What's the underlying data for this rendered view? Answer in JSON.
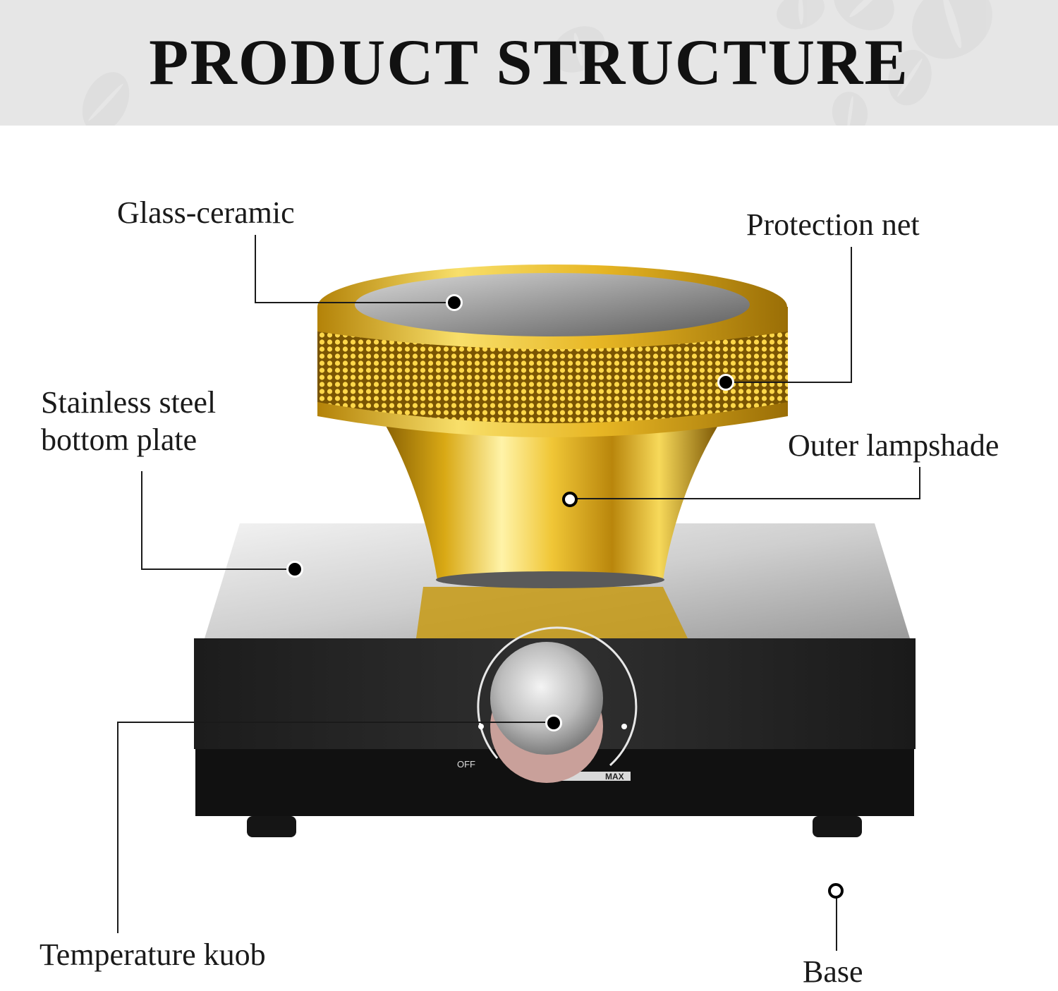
{
  "banner": {
    "title": "PRODUCT STRUCTURE",
    "background": "#e6e6e6"
  },
  "labels": {
    "glass_ceramic": "Glass-ceramic",
    "protection_net": "Protection net",
    "bottom_plate_line1": "Stainless steel",
    "bottom_plate_line2": "bottom plate",
    "outer_lampshade": "Outer lampshade",
    "temperature_knob": "Temperature kuob",
    "base": "Base"
  },
  "dial": {
    "off_label": "OFF",
    "max_label": "MAX"
  },
  "colors": {
    "gold": "#e0b020",
    "gold_dark": "#a87a08",
    "gold_light": "#fff3a8",
    "base_black": "#262626",
    "steel_plate": "#d9d9d9",
    "knob_rose": "#c9a09a"
  }
}
